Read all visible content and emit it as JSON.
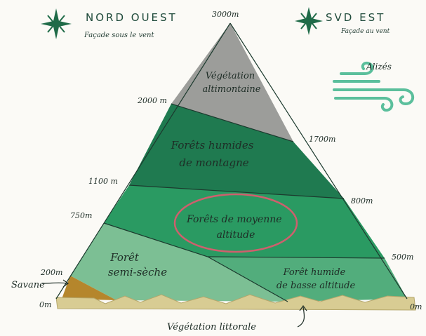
{
  "compass": {
    "nw": {
      "title": "NORD OUEST",
      "subtitle": "Façade sous le vent"
    },
    "se": {
      "title": "SVD EST",
      "subtitle": "Façade au vent"
    }
  },
  "wind": {
    "label": "Alizés"
  },
  "zones": {
    "vegetation_altimontaine": [
      "Végétation",
      "altimontaine"
    ],
    "foret_humide_montagne": [
      "Forêts humides",
      "de montagne"
    ],
    "foret_moyenne_altitude": [
      "Forêts de moyenne",
      "altitude"
    ],
    "foret_semi_seche": [
      "Forêt",
      "semi-sèche"
    ],
    "foret_humide_basse": [
      "Forêt humide",
      "de basse altitude"
    ],
    "savane": "Savane",
    "vegetation_littorale": "Végétation littorale"
  },
  "altitudes": {
    "summit": "3000m",
    "left": [
      "2000 m",
      "1100 m",
      "750m",
      "200m",
      "0m"
    ],
    "right": [
      "1700m",
      "800m",
      "500m",
      "0m"
    ]
  },
  "colors": {
    "altimontaine": "#9c9d9a",
    "montagne": "#1f7a50",
    "moyenne": "#2a9a62",
    "semi_seche": "#7cbf94",
    "basse": "#52ad7c",
    "savane": "#b5862c",
    "littorale": "#d8cc93",
    "highlight_circle": "#cf5f6d",
    "ink": "#1f4a3a",
    "wind": "#5bbf9c"
  }
}
